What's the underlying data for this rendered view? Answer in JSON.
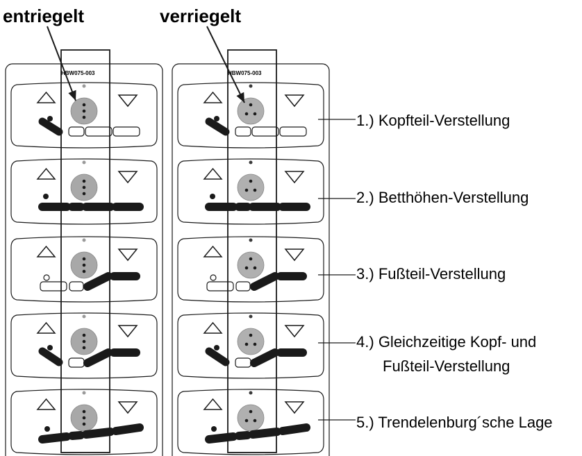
{
  "header": {
    "left_label": "entriegelt",
    "right_label": "verriegelt"
  },
  "panels": [
    {
      "name": "unlocked",
      "model": "HBW075-003",
      "dot_color": "#9a9a9a",
      "button_color": "#a8a8a8"
    },
    {
      "name": "locked",
      "model": "HBW075-003",
      "dot_color": "#3a3a3a",
      "button_color": "#b0b0b0"
    }
  ],
  "functions": [
    {
      "number": "1.)",
      "label": "Kopfteil-Verstellung",
      "icon": "head-section-icon"
    },
    {
      "number": "2.)",
      "label": "Betthöhen-Verstellung",
      "icon": "bed-height-icon"
    },
    {
      "number": "3.)",
      "label": "Fußteil-Verstellung",
      "icon": "foot-section-icon"
    },
    {
      "number": "4.)",
      "label": "Gleichzeitige Kopf- und",
      "label_line2": "Fußteil-Verstellung",
      "icon": "head-foot-section-icon"
    },
    {
      "number": "5.)",
      "label": "Trendelenburg´sche Lage",
      "icon": "trendelenburg-icon"
    }
  ],
  "icons": {
    "up": "up-arrow-icon",
    "down": "down-arrow-icon",
    "lock": "lock-button-icon"
  }
}
